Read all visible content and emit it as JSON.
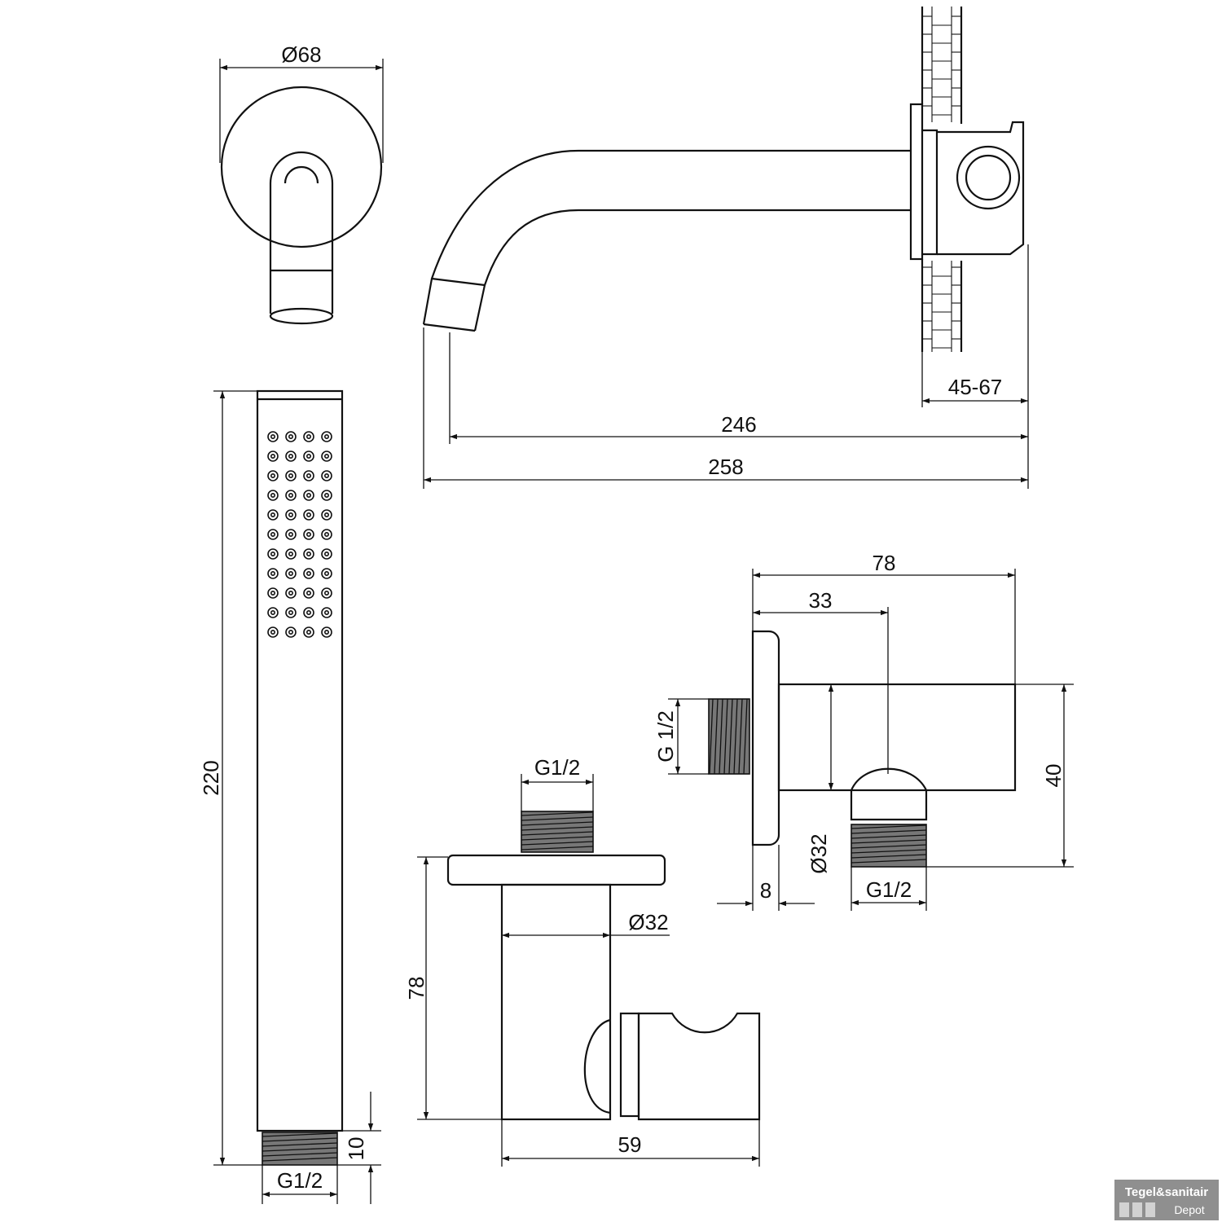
{
  "dimensions": {
    "flange_diameter": "Ø68",
    "wall_range": "45-67",
    "spout_reach": "246",
    "spout_total": "258",
    "hand_shower_length": "220",
    "hand_shower_thread_len": "10",
    "hand_shower_thread": "G1/2",
    "holder_height": "78",
    "holder_width": "59",
    "holder_diameter": "Ø32",
    "holder_thread": "G1/2",
    "elbow_total": "78",
    "elbow_outlet_offset": "33",
    "elbow_inlet_thread": "G 1/2",
    "elbow_height": "40",
    "elbow_diameter": "Ø32",
    "elbow_flange": "8",
    "elbow_outlet_thread": "G1/2"
  },
  "watermark": {
    "line1": "Tegel&sanitair",
    "line2": "Depot"
  }
}
